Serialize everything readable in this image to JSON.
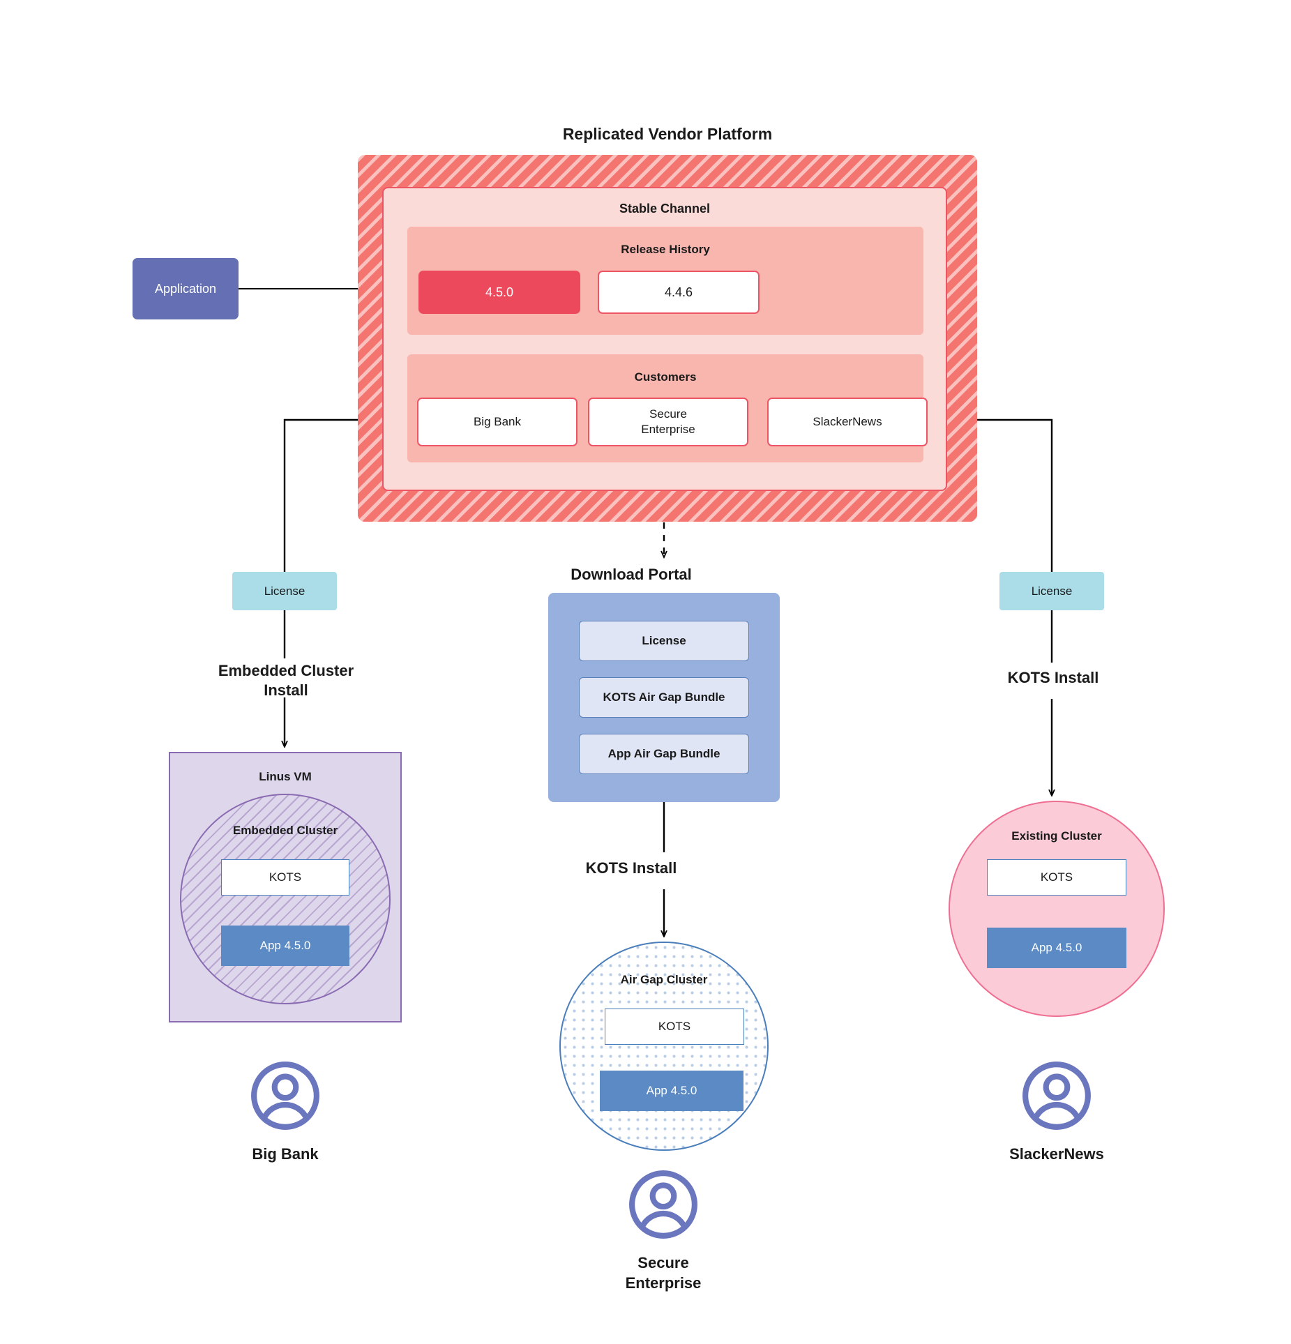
{
  "diagram": {
    "title": "Replicated Vendor Platform",
    "application": {
      "label": "Application"
    },
    "stable_channel": {
      "title": "Stable Channel",
      "release_history": {
        "title": "Release History",
        "releases": [
          {
            "version": "4.5.0",
            "state": "current",
            "color": "#ec4a5c"
          },
          {
            "version": "4.4.6",
            "state": "previous",
            "color": "#ffffff"
          }
        ]
      },
      "customers": {
        "title": "Customers",
        "items": [
          {
            "name": "Big Bank"
          },
          {
            "name": "Secure\nEnterprise"
          },
          {
            "name": "SlackerNews"
          }
        ]
      }
    },
    "licenses": {
      "left": "License",
      "right": "License"
    },
    "flows": {
      "left": "Embedded Cluster\nInstall",
      "center": "KOTS Install",
      "right": "KOTS Install"
    },
    "download_portal": {
      "title": "Download  Portal",
      "items": [
        {
          "label": "License"
        },
        {
          "label": "KOTS Air Gap Bundle"
        },
        {
          "label": "App Air Gap Bundle"
        }
      ]
    },
    "targets": {
      "left": {
        "host_label": "Linus VM",
        "cluster_label": "Embedded Cluster",
        "kots_label": "KOTS",
        "app_label": "App 4.5.0"
      },
      "center": {
        "cluster_label": "Air Gap Cluster",
        "kots_label": "KOTS",
        "app_label": "App 4.5.0"
      },
      "right": {
        "cluster_label": "Existing Cluster",
        "kots_label": "KOTS",
        "app_label": "App 4.5.0"
      }
    },
    "end_users": [
      {
        "name": "Big Bank"
      },
      {
        "name": "Secure\nEnterprise"
      },
      {
        "name": "SlackerNews"
      }
    ],
    "colors": {
      "platform_fill": "#f4756f",
      "channel_fill": "#fadbd7",
      "group_fill": "#f8b6ae",
      "release_current": "#ec4a5c",
      "accent_red_border": "#ed5565",
      "application_fill": "#6570b4",
      "license_fill": "#aadde8",
      "portal_fill": "#97b0dd",
      "portal_item_fill": "#dfe5f5",
      "app_fill": "#5b8ac4",
      "vm_fill": "#ded7ec",
      "vm_border": "#8a6bb1",
      "existing_cluster_fill": "#fbcbd7",
      "existing_cluster_border": "#ef6f92",
      "airgap_border": "#4a7ebb",
      "avatar_color": "#6a76bd",
      "connector": "#000000"
    }
  }
}
